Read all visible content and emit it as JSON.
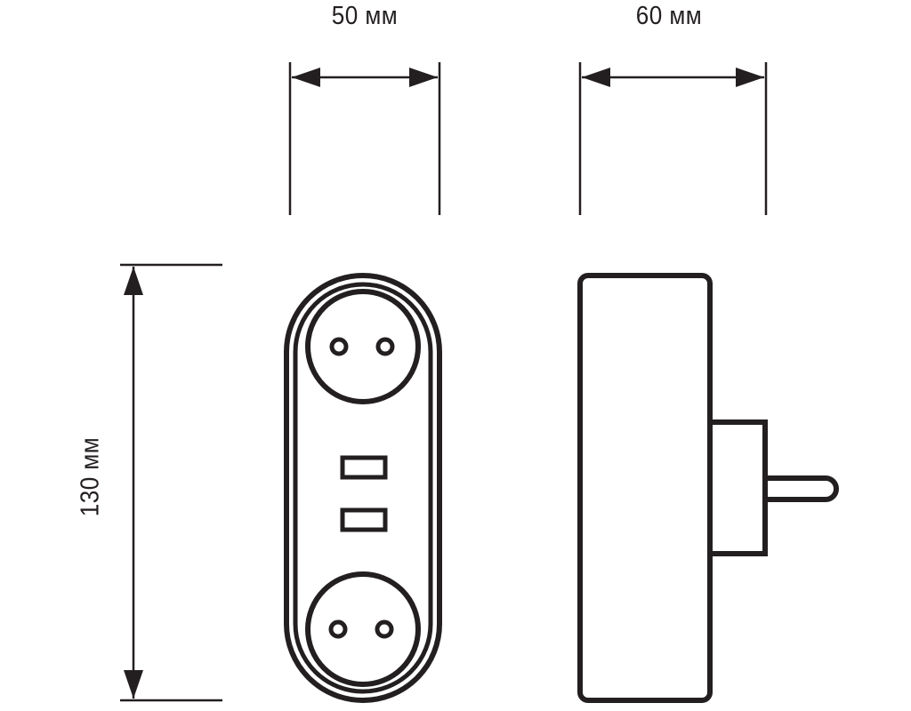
{
  "dimensions": {
    "width_label": "50 мм",
    "depth_label": "60 мм",
    "height_label": "130 мм"
  },
  "colors": {
    "stroke": "#231f20",
    "background": "#ffffff"
  },
  "parts": {
    "socket_count": 2,
    "usb_port_count": 2
  }
}
